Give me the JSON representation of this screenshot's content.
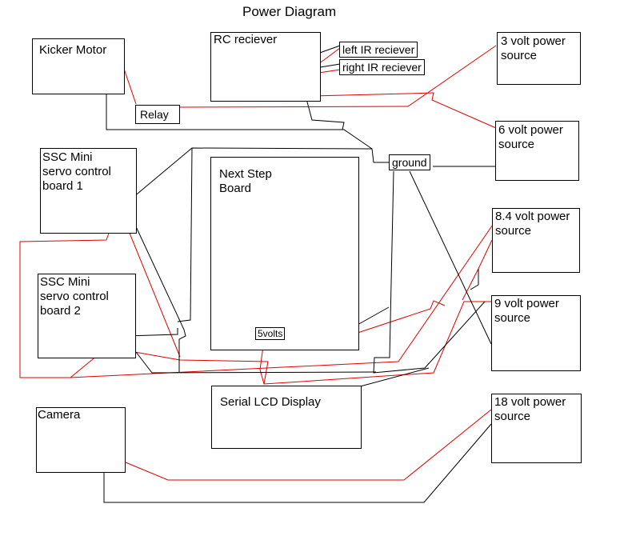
{
  "title": "Power Diagram",
  "components": {
    "kicker_motor": "Kicker Motor",
    "rc_receiver": "RC reciever",
    "left_ir": "left IR reciever",
    "right_ir": "right IR reciever",
    "relay": "Relay",
    "ssc_board_1": "SSC Mini\nservo control\nboard 1",
    "ssc_board_2": "SSC Mini\nservo control\nboard 2",
    "next_step_board": "Next Step\nBoard",
    "five_volts": "5volts",
    "serial_lcd": "Serial LCD Display",
    "camera": "Camera",
    "ground": "ground"
  },
  "power_sources": {
    "v3": "3 volt power\n      source",
    "v6": "6 volt power\n      source",
    "v8_4": "8.4 volt power\n      source",
    "v9": "9 volt power\n      source",
    "v18": "18 volt power\n      source"
  },
  "colors": {
    "power_wire": "#e00000",
    "ground_wire": "#000000"
  }
}
